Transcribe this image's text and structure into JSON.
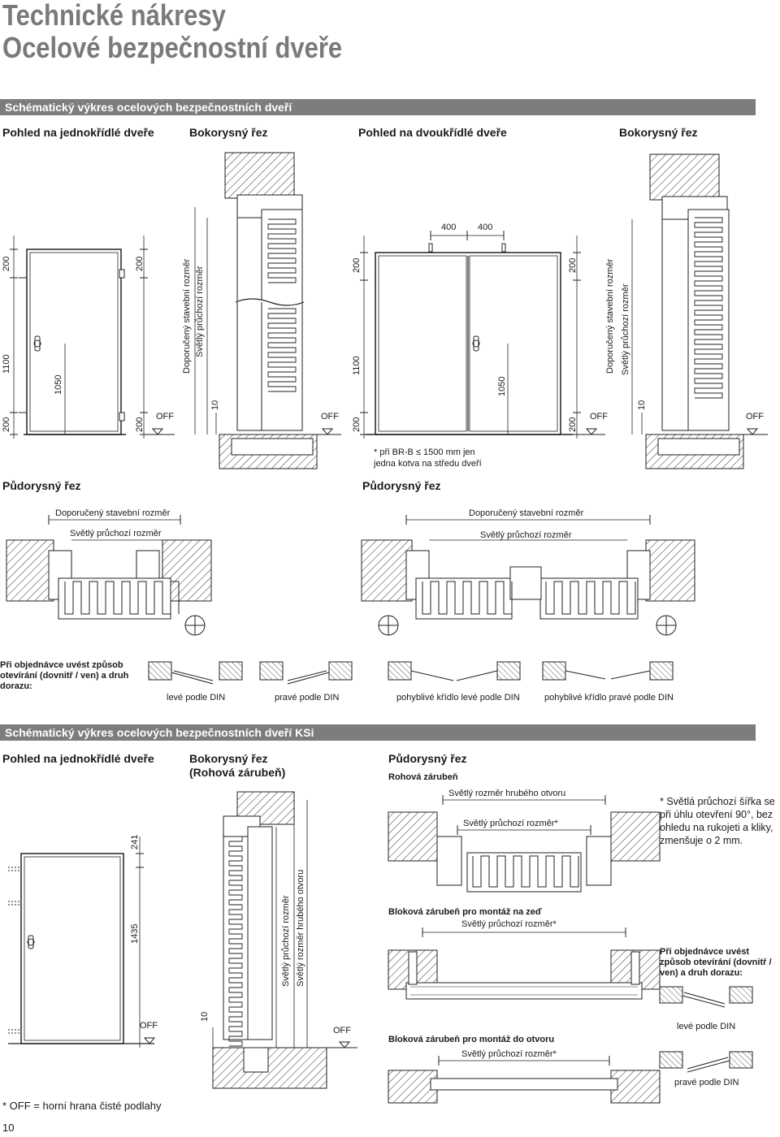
{
  "page": {
    "title_line1": "Technické nákresy",
    "title_line2": "Ocelové bezpečnostní dveře",
    "page_number": "10",
    "footnote": "* OFF = horní hrana čisté podlahy"
  },
  "section1": {
    "bar": "Schématický výkres ocelových bezpečnostních dveří",
    "heading_single": "Pohled na jednokřídlé dveře",
    "heading_side1": "Bokorysný řez",
    "heading_double": "Pohled na dvoukřídlé dveře",
    "heading_side2": "Bokorysný řez",
    "dims": {
      "d200": "200",
      "d1100": "1100",
      "d1050": "1050",
      "d400": "400",
      "d10": "10",
      "off": "OFF"
    },
    "label_rec": "Doporučený stavební rozměr",
    "label_clear": "Světlý průchozí rozměr",
    "anchor_note_1": "* při BR-B ≤ 1500 mm jen",
    "anchor_note_2": "jedna kotva na středu dveří",
    "plan_heading_1": "Půdorysný řez",
    "plan_heading_2": "Půdorysný řez",
    "order_note": "Při objednávce uvést způsob otevírání (dovnitř / ven) a druh dorazu:",
    "opening_types": [
      "levé podle DIN",
      "pravé podle DIN",
      "pohyblivé křídlo levé podle DIN",
      "pohyblivé křídlo pravé podle DIN"
    ]
  },
  "section2": {
    "bar": "Schématický výkres ocelových bezpečnostních dveří KSi",
    "heading_single": "Pohled na jednokřídlé dveře",
    "heading_side_1": "Bokorysný řez",
    "heading_side_2": "(Rohová zárubeň)",
    "heading_plan": "Půdorysný řez",
    "sub_corner": "Rohová zárubeň",
    "dims": {
      "d241": "241",
      "d1435": "1435",
      "d10": "10",
      "off": "OFF"
    },
    "label_clear": "Světlý průchozí rozměr",
    "label_rough": "Světlý rozměr hrubého otvoru",
    "label_clear_star": "Světlý průchozí rozměr*",
    "sub_wall": "Bloková zárubeň pro montáž na zeď",
    "sub_opening": "Bloková zárubeň pro montáž do otvoru",
    "note_width": "* Světlá průchozí šířka se při úhlu otevření 90°, bez ohledu na rukojeti a kliky, zmenšuje o 2 mm.",
    "order_note": "Při objednávce uvést způsob otevírání (dovnitř / ven) a druh dorazu:",
    "opening_types": [
      "levé podle DIN",
      "pravé podle DIN"
    ]
  }
}
